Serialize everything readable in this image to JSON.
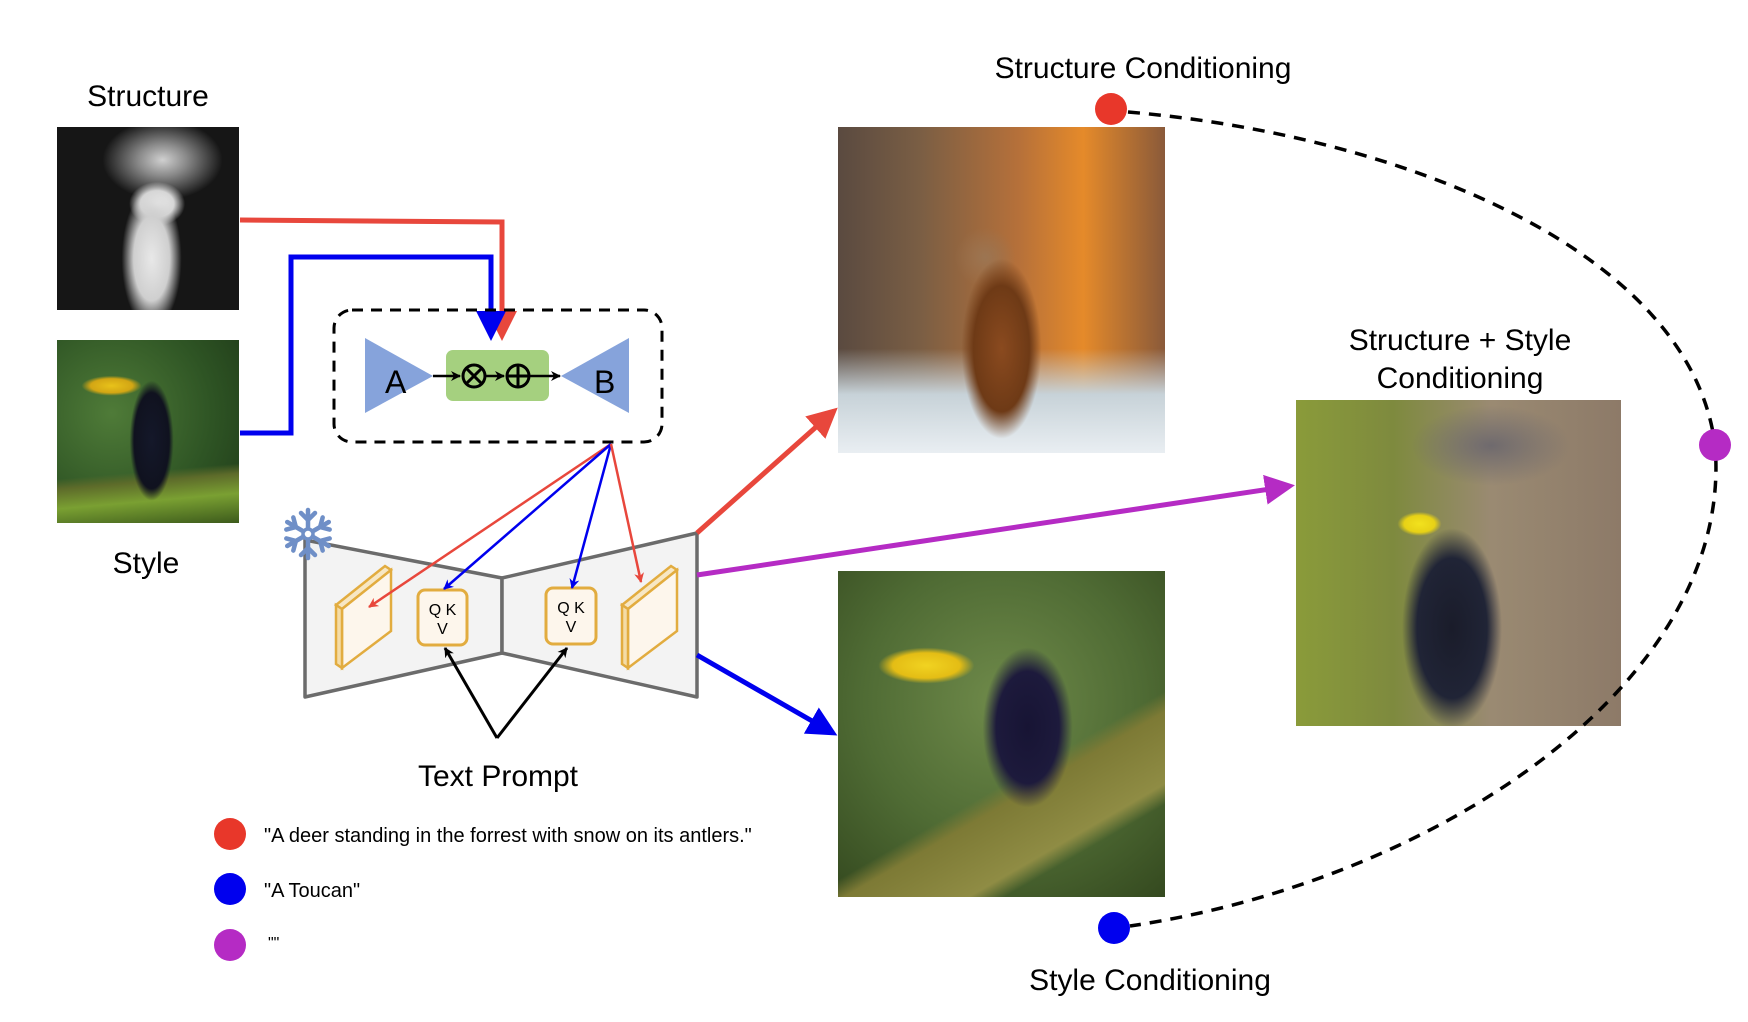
{
  "inputs": {
    "structure_label": "Structure",
    "style_label": "Style"
  },
  "adapter": {
    "encoder_label": "A",
    "decoder_label": "B",
    "multiply_symbol": "⊗",
    "add_symbol": "⊕"
  },
  "unet": {
    "frozen_icon": "snowflake-icon",
    "attention_left": {
      "line1": "Q K",
      "line2": "V"
    },
    "attention_right": {
      "line1": "Q K",
      "line2": "V"
    },
    "text_prompt_label": "Text Prompt"
  },
  "legend": [
    {
      "color": "#e8372a",
      "text": "\"A deer standing in the forrest with snow on its antlers.\""
    },
    {
      "color": "#0000ee",
      "text": "\"A Toucan\""
    },
    {
      "color": "#b52bc4",
      "text": "\"\""
    }
  ],
  "outputs": {
    "structure": {
      "title": "Structure Conditioning",
      "image_alt": "Deer in snowy forest"
    },
    "style": {
      "title": "Style Conditioning",
      "image_alt": "Toucan on branch"
    },
    "combined": {
      "title_line1": "Structure + Style",
      "title_line2": "Conditioning",
      "image_alt": "Deer-toucan hybrid"
    }
  },
  "colors": {
    "structure": "#e8473c",
    "style": "#0000ee",
    "combined": "#b52bc4",
    "adapter_triangle": "#86a3db",
    "adapter_block": "#a5d07f",
    "unet_fill": "#f3f3f3",
    "unet_stroke": "#6b6b6b",
    "feature_stroke": "#e2ac3f",
    "feature_fill": "#fdf6ec",
    "snowflake": "#6f8fc7"
  }
}
